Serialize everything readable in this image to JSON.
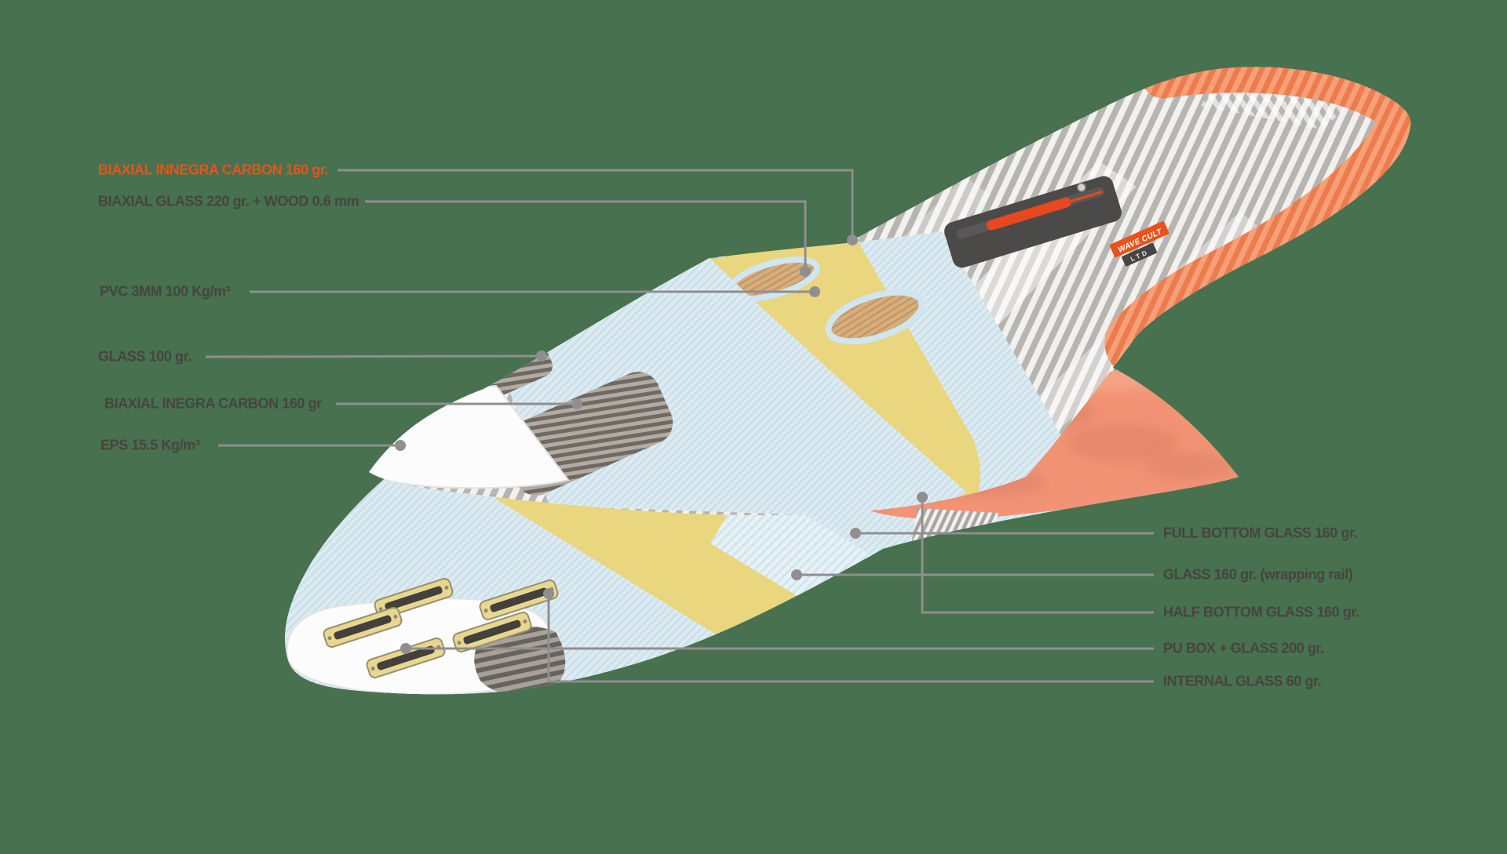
{
  "background_color": "#47714F",
  "colors": {
    "accent_orange": "#E8521D",
    "label_gray": "#474440",
    "leader_gray": "#8F8F8F",
    "pvc_yellow": "#E9D67E",
    "glass_blue": "#DCEBF2",
    "wood_tan": "#D2A878",
    "rail_orange": "#EE8254",
    "bottom_orange": "#F29376",
    "carbon_gray": "#6F6B64",
    "eps_white": "#FCFCFC",
    "mast_track_red": "#E8481F"
  },
  "left_labels": [
    {
      "text": "BIAXIAL INNEGRA CARBON 160 gr.",
      "highlighted": true
    },
    {
      "text": "BIAXIAL GLASS 220 gr. + WOOD 0.6 mm",
      "highlighted": false
    },
    {
      "text": "PVC 3MM 100 Kg/m³",
      "highlighted": false
    },
    {
      "text": "GLASS 100 gr.",
      "highlighted": false
    },
    {
      "text": "BIAXIAL INEGRA CARBON 160 gr",
      "highlighted": false
    },
    {
      "text": "EPS 15.5 Kg/m³",
      "highlighted": false
    }
  ],
  "right_labels": [
    {
      "text": "FULL BOTTOM GLASS 160 gr."
    },
    {
      "text": "GLASS 160 gr. (wrapping rail)"
    },
    {
      "text": "HALF BOTTOM GLASS 160 gr."
    },
    {
      "text": "PU BOX + GLASS 200 gr."
    },
    {
      "text": "INTERNAL GLASS 60 gr."
    }
  ],
  "deck": {
    "badge_primary": "WAVE CULT",
    "badge_secondary": "LTD"
  }
}
